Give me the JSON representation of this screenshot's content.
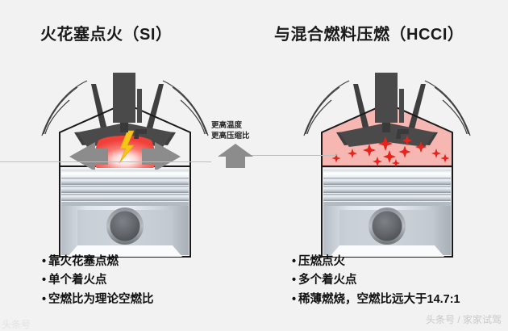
{
  "page": {
    "background_color": "#f2f2f2",
    "title_color": "#1a1a1a"
  },
  "left_panel": {
    "title": "火花塞点火（SI）",
    "bullets": [
      "靠火花塞点燃",
      "单个着火点",
      "空燃比为理论空燃比"
    ],
    "diagram": {
      "name": "spark-ignition-engine-cylinder",
      "flame_color": "#f4554f",
      "spark_color": "#f5c518",
      "arrow_color": "#8c8c8c",
      "spark_count": 1
    }
  },
  "right_panel": {
    "title": "与混合燃料压燃（HCCI）",
    "bullets": [
      "压燃点火",
      "多个着火点",
      "稀薄燃烧，空燃比远大于14.7:1"
    ],
    "diagram": {
      "name": "hcci-compression-ignition-engine-cylinder",
      "chamber_color": "#f6b6b2",
      "star_color": "#e8231c",
      "star_count": 12
    }
  },
  "center": {
    "label_line1": "更高温度",
    "label_line2": "更高压缩比",
    "arrow_direction": "up",
    "arrow_color": "#8c8c8c"
  },
  "watermarks": {
    "bottom_right": "头条号 / 家家试驾",
    "bottom_left": "头条号"
  }
}
